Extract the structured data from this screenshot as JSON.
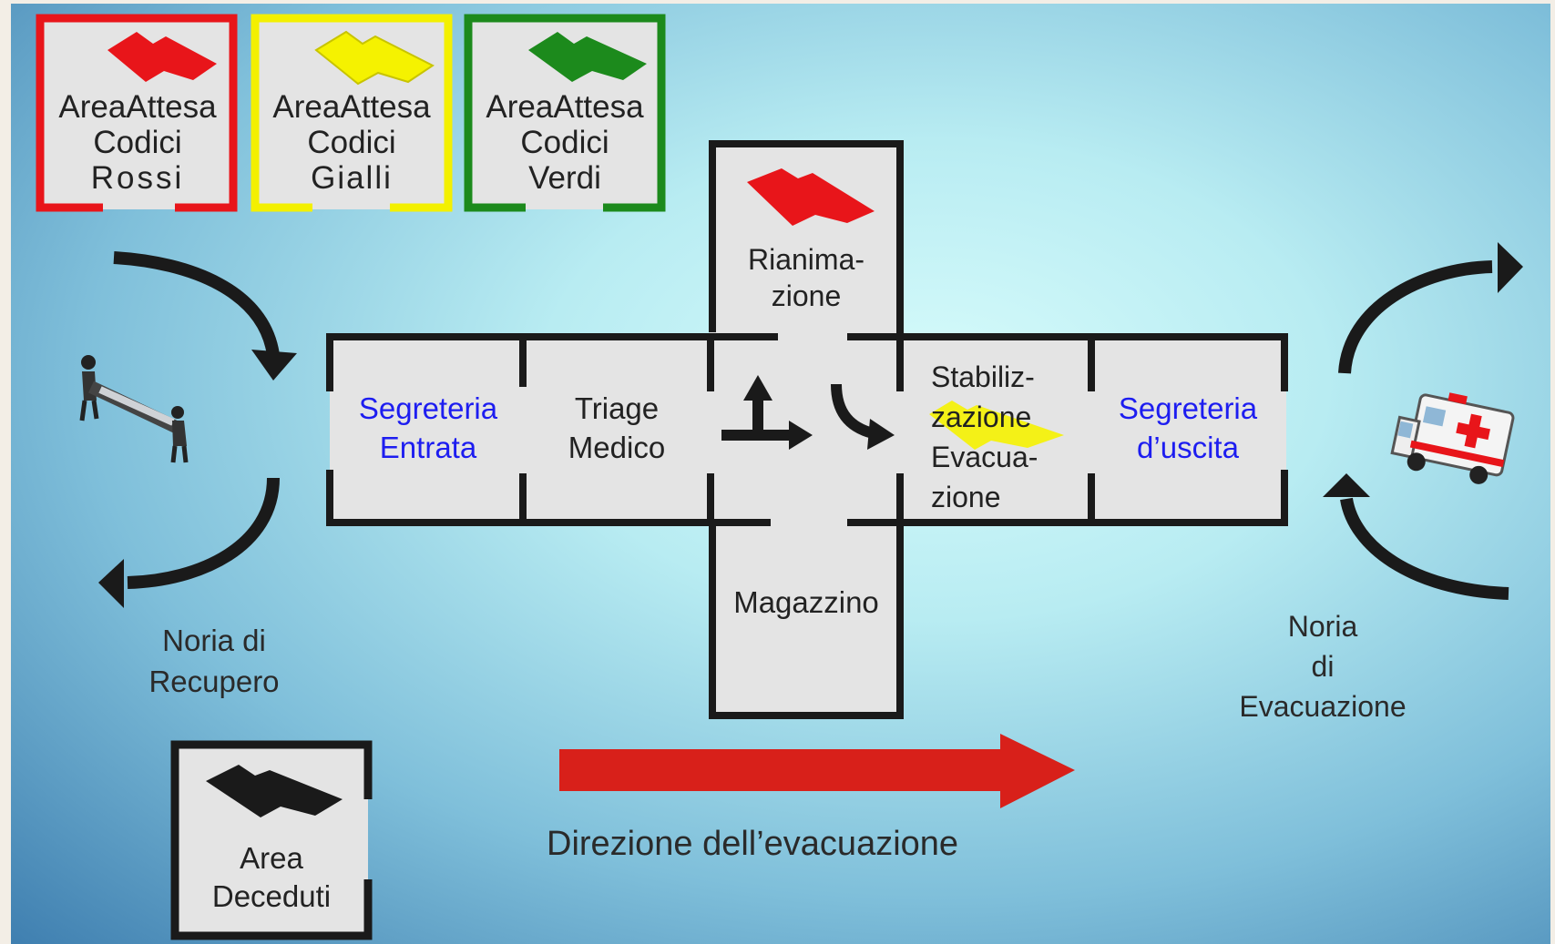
{
  "waiting_areas": [
    {
      "line1": "AreaAttesa",
      "line2": "Codici",
      "line3": "Rossi",
      "color": "#e8151a"
    },
    {
      "line1": "AreaAttesa",
      "line2": "Codici",
      "line3": "Gialli",
      "color": "#f3f000"
    },
    {
      "line1": "AreaAttesa",
      "line2": "Codici",
      "line3": "Verdi",
      "color": "#1c8a1c"
    }
  ],
  "rooms": {
    "rianimazione": {
      "line1": "Rianima-",
      "line2": "zione"
    },
    "segreteria_entrata": {
      "line1": "Segreteria",
      "line2": "Entrata"
    },
    "triage": {
      "line1": "Triage",
      "line2": "Medico"
    },
    "stabilizzazione": {
      "line1": "Stabiliz-",
      "line2": "zazione",
      "line3": "Evacua-",
      "line4": "zione"
    },
    "segreteria_uscita": {
      "line1": "Segreteria",
      "line2": "d’uscita"
    },
    "magazzino": {
      "label": "Magazzino"
    }
  },
  "noria_recupero": {
    "line1": "Noria di",
    "line2": "Recupero"
  },
  "noria_evacuazione": {
    "line1": "Noria",
    "line2": "di",
    "line3": "Evacuazione"
  },
  "area_deceduti": {
    "line1": "Area",
    "line2": "Deceduti"
  },
  "direction_label": "Direzione dell’evacuazione",
  "icons": [
    "stretcher-bearers-icon",
    "ambulance-icon"
  ],
  "colors": {
    "text_blue": "#1d1df0",
    "red": "#e8151a",
    "yellow": "#f3f000",
    "green": "#1c8a1c",
    "arrow_red": "#d8201a"
  }
}
